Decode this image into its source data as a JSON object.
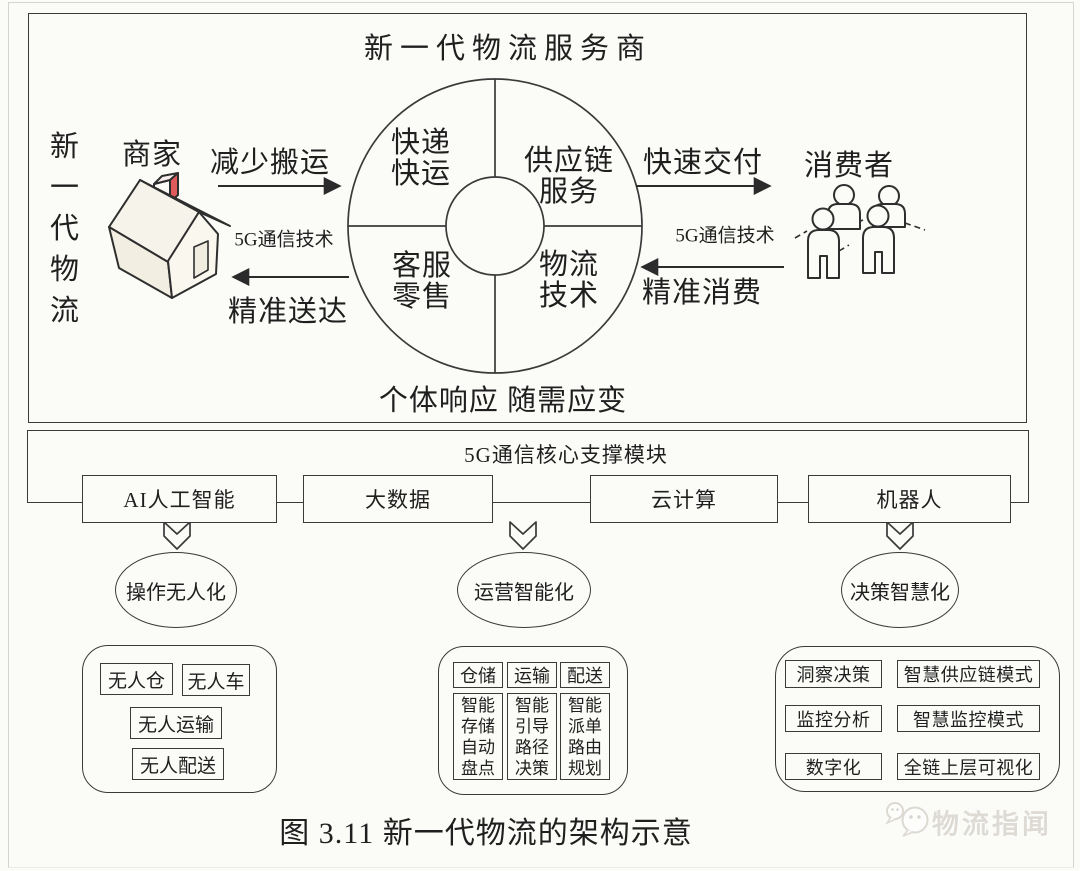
{
  "colors": {
    "line": "#3a3a3a",
    "chimney_red": "#e05c5c",
    "watermark_gray": "#dedbd5"
  },
  "top_section": {
    "title": "新一代物流服务商",
    "left_label_chars": [
      "新",
      "一",
      "代",
      "物",
      "流"
    ],
    "merchant_label": "商家",
    "arrow_reduce_handling": "减少搬运",
    "left_5g_label": "5G通信技术",
    "arrow_precise_delivery": "精准送达",
    "wheel": {
      "tl": [
        "快递",
        "快运"
      ],
      "tr": [
        "供应链",
        "服务"
      ],
      "bl": [
        "客服",
        "零售"
      ],
      "br": [
        "物流",
        "技术"
      ]
    },
    "slogan": "个体响应 随需应变",
    "arrow_fast_delivery": "快速交付",
    "right_5g_label": "5G通信技术",
    "arrow_precise_consumption": "精准消费",
    "consumer_label": "消费者"
  },
  "support_section": {
    "title": "5G通信核心支撑模块",
    "modules": [
      "AI人工智能",
      "大数据",
      "云计算",
      "机器人"
    ],
    "capabilities": [
      "操作无人化",
      "运营智能化",
      "决策智慧化"
    ]
  },
  "detail_panels": {
    "unmanned_boxes": [
      "无人仓",
      "无人车",
      "无人运输",
      "无人配送"
    ],
    "smart_ops": {
      "headers": [
        "仓储",
        "运输",
        "配送"
      ],
      "cells": [
        [
          "智能",
          "存储",
          "自动",
          "盘点"
        ],
        [
          "智能",
          "引导",
          "路径",
          "决策"
        ],
        [
          "智能",
          "派单",
          "路由",
          "规划"
        ]
      ]
    },
    "decision_boxes": [
      "洞察决策",
      "智慧供应链模式",
      "监控分析",
      "智慧监控模式",
      "数字化",
      "全链上层可视化"
    ]
  },
  "caption": "图 3.11  新一代物流的架构示意",
  "watermark_text": "物流指闻"
}
